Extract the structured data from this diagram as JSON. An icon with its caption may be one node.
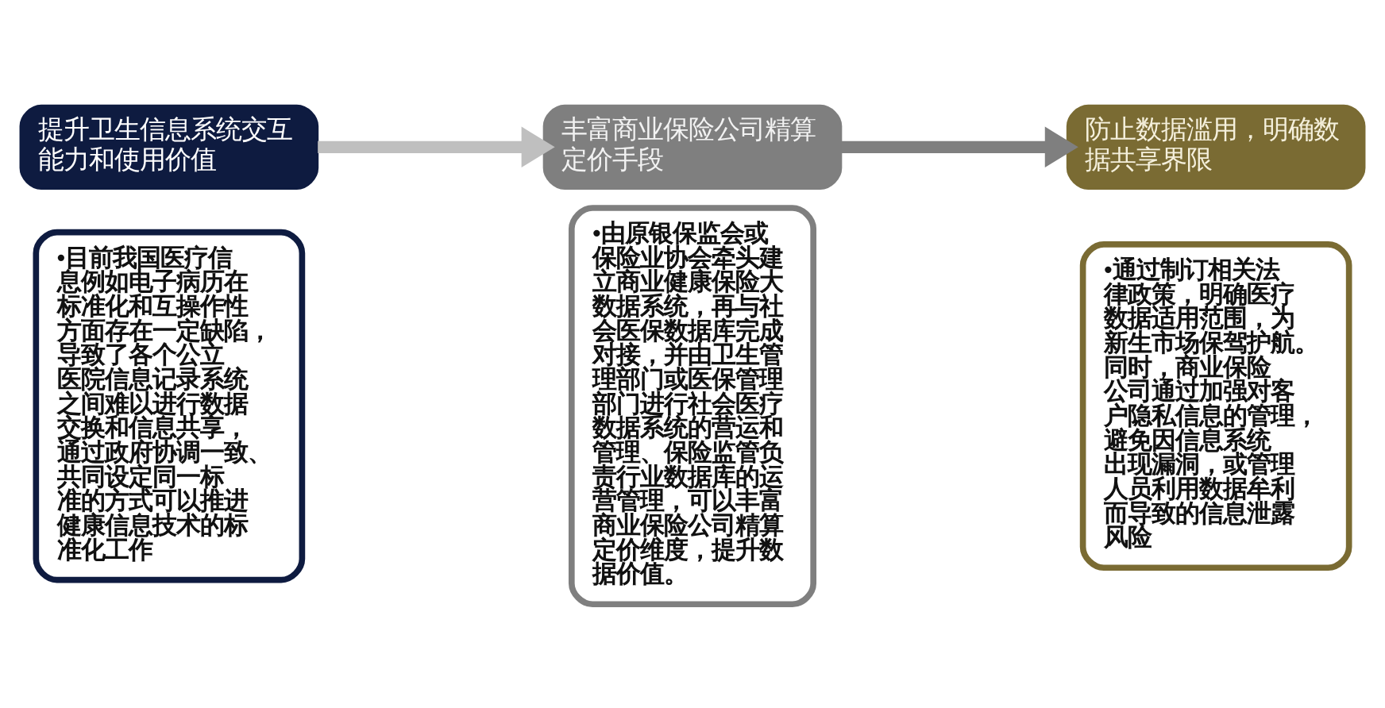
{
  "diagram": {
    "nodes": [
      {
        "text": [
          "提升卫生信息系统交互能力和使用价值"
        ]
      },
      {
        "text": [
          "•目前我国医疗信息例如电子病历在标准化和互操作性方面存在一定缺陷，导致了各个公立医院信息记录系统之间难以进行数据交换和信息共享，通过政府协调一致、共同设定同一标准的方式可以推进健康信息技术的标准化工作"
        ]
      },
      {
        "text": [
          "丰富商业保险公司精算定价手段"
        ]
      },
      {
        "text": [
          "•由原银保监会或保险业协会牵头建立商业健康保险大数据系统，再与社会医保数据库完成对接，并由卫生管理部门或医保管理部门进行社会医疗数据系统的营运和管理、保险监管负责行业数据库的运营管理，可以丰富商业保险公司精算定价维度，提升数据价值。"
        ]
      },
      {
        "text": [
          "防止数据滥用，明确数据共享界限"
        ]
      },
      {
        "text": [
          "•通过制订相关法律政策，明确医疗数据适用范围，为新生市场保驾护航。同时，商业保险公司通过加强对客户隐私信息的管理，避免因信息系统出现漏洞，或管理人员利用数据牟利而导致的信息泄露风险"
        ]
      }
    ],
    "edges": [
      {
        "from": 0,
        "to": 2,
        "arrow": "to",
        "color": "#bfbfbf"
      },
      {
        "from": 2,
        "to": 4,
        "arrow": "to",
        "color": "#7f7f7f"
      }
    ]
  }
}
